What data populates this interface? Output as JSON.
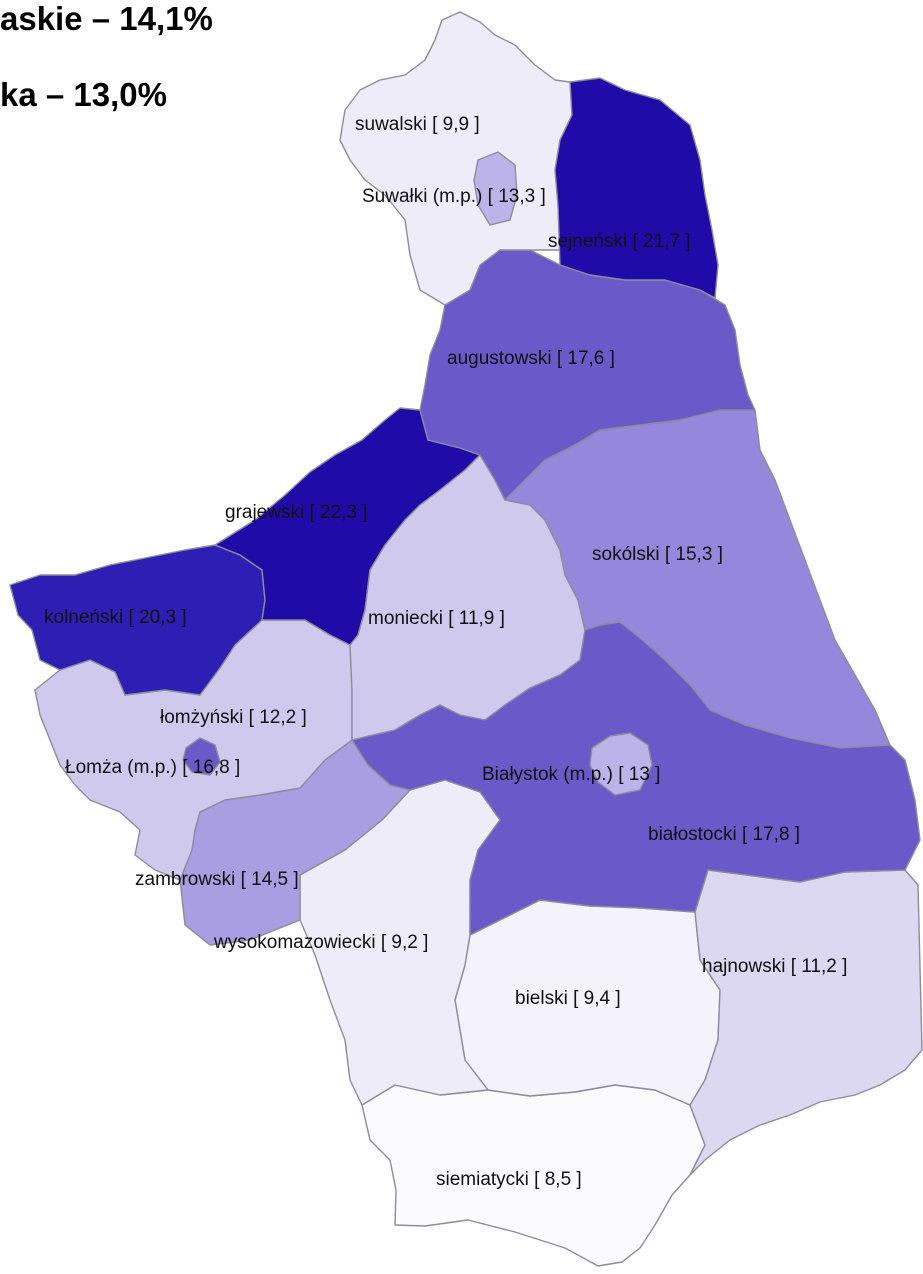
{
  "headlines": [
    "askie – 14,1%",
    "ka – 13,0%"
  ],
  "colors": {
    "c22": "#1f0ca8",
    "c20": "#2d1eb4",
    "c17": "#6a59c9",
    "c15": "#9487dc",
    "c14": "#a89ee1",
    "c13": "#bcb4e8",
    "c12": "#cfc9ee",
    "c11": "#dcd8f2",
    "c10": "#eeecf8",
    "c9": "#f4f2fb",
    "c8": "#fbfbfd"
  },
  "regions": [
    {
      "id": "suwalski",
      "label": "suwalski [ 9,9 ]",
      "value": 9.9
    },
    {
      "id": "suwalki",
      "label": "Suwałki (m.p.) [ 13,3 ]",
      "value": 13.3
    },
    {
      "id": "sejnenski",
      "label": "sejneński [ 21,7 ]",
      "value": 21.7
    },
    {
      "id": "augustowski",
      "label": "augustowski [ 17,6 ]",
      "value": 17.6
    },
    {
      "id": "grajewski",
      "label": "grajewski [ 22,3 ]",
      "value": 22.3
    },
    {
      "id": "sokolski",
      "label": "sokólski [ 15,3 ]",
      "value": 15.3
    },
    {
      "id": "kolnenski",
      "label": "kolneński [ 20,3 ]",
      "value": 20.3
    },
    {
      "id": "moniecki",
      "label": "moniecki [ 11,9 ]",
      "value": 11.9
    },
    {
      "id": "lomzynski",
      "label": "łomżyński [ 12,2 ]",
      "value": 12.2
    },
    {
      "id": "lomza",
      "label": "Łomża (m.p.) [ 16,8 ]",
      "value": 16.8
    },
    {
      "id": "bialystok",
      "label": "Białystok (m.p.) [ 13 ]",
      "value": 13
    },
    {
      "id": "bialostocki",
      "label": "białostocki [ 17,8 ]",
      "value": 17.8
    },
    {
      "id": "zambrowski",
      "label": "zambrowski [ 14,5 ]",
      "value": 14.5
    },
    {
      "id": "wysokomazowiecki",
      "label": "wysokomazowiecki [ 9,2 ]",
      "value": 9.2
    },
    {
      "id": "hajnowski",
      "label": "hajnowski [ 11,2 ]",
      "value": 11.2
    },
    {
      "id": "bielski",
      "label": "bielski [ 9,4 ]",
      "value": 9.4
    },
    {
      "id": "siemiatycki",
      "label": "siemiatycki [ 8,5 ]",
      "value": 8.5
    }
  ]
}
